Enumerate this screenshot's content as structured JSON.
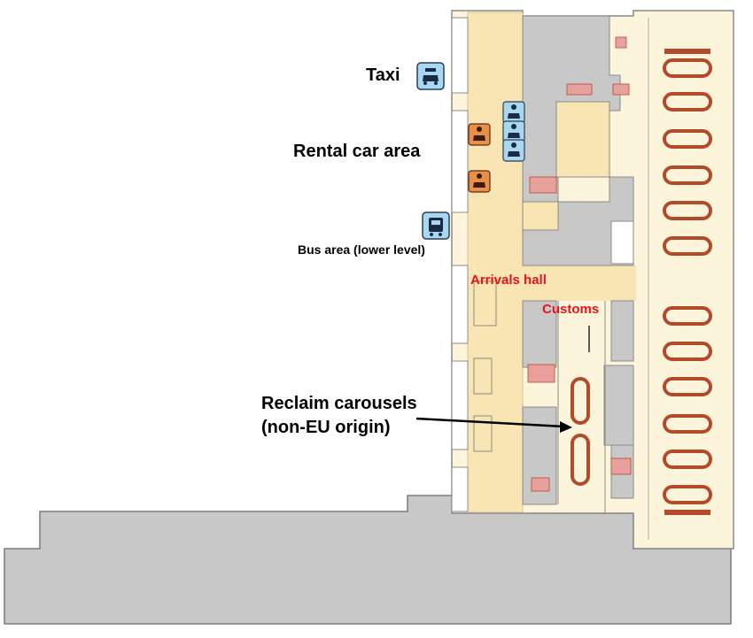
{
  "labels": {
    "taxi": "Taxi",
    "rental": "Rental car area",
    "bus": "Bus area (lower level)",
    "arrivals": "Arrivals hall",
    "customs": "Customs",
    "reclaim_line1": "Reclaim carousels",
    "reclaim_line2": "(non-EU origin)"
  },
  "icons": {
    "taxi": "taxi-icon",
    "rental_orange": "rental-car-key-icon",
    "rental_blue": "rental-car-key-icon",
    "bus": "bus-icon"
  },
  "colors": {
    "floor_cream": "#fcf5dc",
    "hall_yellow": "#f9e5b3",
    "grey_area": "#c8c8c8",
    "carousel": "#b34a2a",
    "label_red": "#e8121a",
    "icon_blue": "#a8d8f0",
    "icon_orange": "#e89048"
  }
}
